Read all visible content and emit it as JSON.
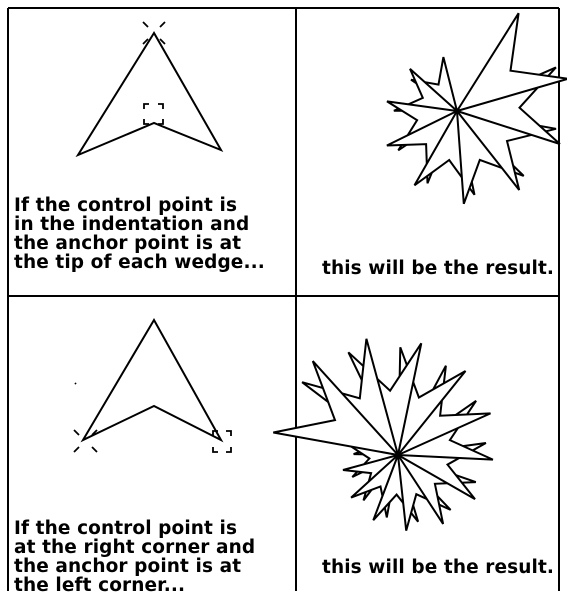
{
  "panels": [
    {
      "caption": "If the control point is\nin the indentation and\nthe anchor point is at\nthe tip of each wedge..."
    },
    {
      "caption": "this will be the result."
    },
    {
      "caption": "If the control point is\nat the right corner and\nthe anchor point is at\nthe left corner..."
    },
    {
      "caption": "this will be the result."
    }
  ]
}
